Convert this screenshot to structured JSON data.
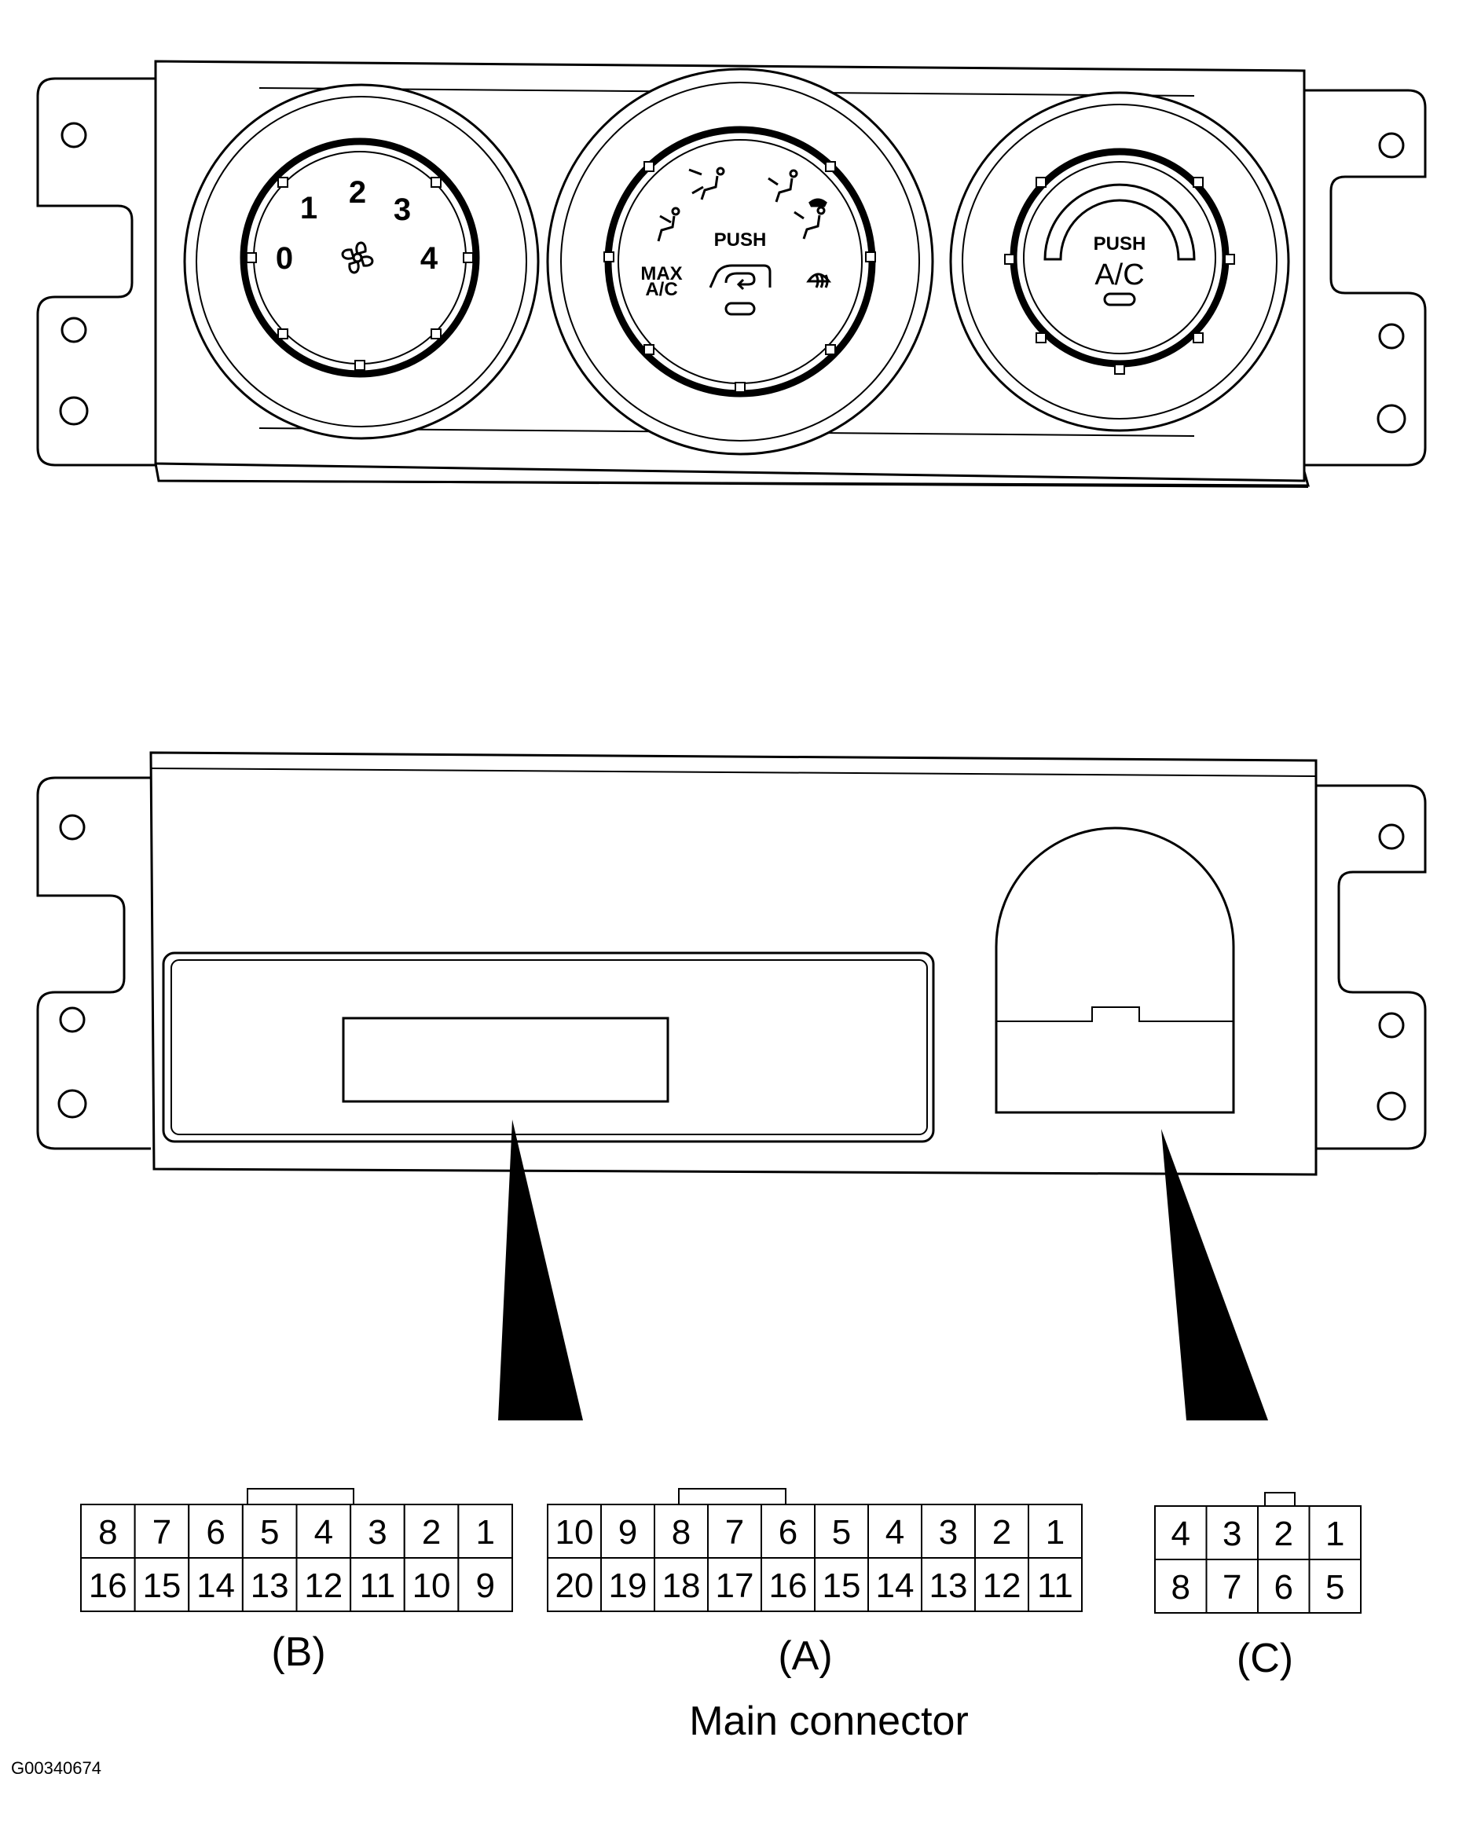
{
  "front_panel": {
    "fan_knob": {
      "positions": [
        "0",
        "1",
        "2",
        "3",
        "4"
      ],
      "fan_symbol": "fan-icon"
    },
    "mode_knob": {
      "push_label": "PUSH",
      "max_ac_line1": "MAX",
      "max_ac_line2": "A/C",
      "mode_symbols": [
        "face-vent-icon",
        "bi-level-icon",
        "foot-vent-icon",
        "foot-defrost-icon",
        "defrost-icon",
        "recirculation-icon"
      ]
    },
    "ac_knob": {
      "push_label": "PUSH",
      "ac_label": "A/C"
    }
  },
  "connectors": {
    "B": {
      "label": "(B)",
      "top_row": [
        "8",
        "7",
        "6",
        "5",
        "4",
        "3",
        "2",
        "1"
      ],
      "bottom_row": [
        "16",
        "15",
        "14",
        "13",
        "12",
        "11",
        "10",
        "9"
      ]
    },
    "A": {
      "label": "(A)",
      "top_row": [
        "10",
        "9",
        "8",
        "7",
        "6",
        "5",
        "4",
        "3",
        "2",
        "1"
      ],
      "bottom_row": [
        "20",
        "19",
        "18",
        "17",
        "16",
        "15",
        "14",
        "13",
        "12",
        "11"
      ]
    },
    "C": {
      "label": "(C)",
      "top_row": [
        "4",
        "3",
        "2",
        "1"
      ],
      "bottom_row": [
        "8",
        "7",
        "6",
        "5"
      ]
    }
  },
  "main_connector_label": "Main connector",
  "figure_id": "G00340674"
}
